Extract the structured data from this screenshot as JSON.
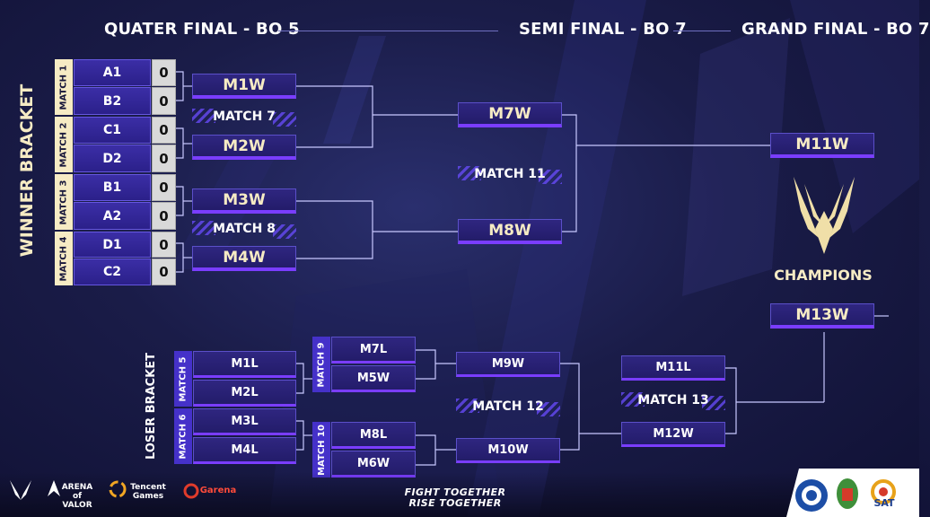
{
  "stages": {
    "quarter": "QUATER FINAL - BO 5",
    "semi": "SEMI FINAL - BO 7",
    "grand": "GRAND FINAL - BO 7"
  },
  "winner_bracket": {
    "title": "WINNER BRACKET",
    "matches": [
      {
        "label": "MATCH 1",
        "teams": [
          {
            "name": "A1",
            "score": "0"
          },
          {
            "name": "B2",
            "score": "0"
          }
        ]
      },
      {
        "label": "MATCH 2",
        "teams": [
          {
            "name": "C1",
            "score": "0"
          },
          {
            "name": "D2",
            "score": "0"
          }
        ]
      },
      {
        "label": "MATCH 3",
        "teams": [
          {
            "name": "B1",
            "score": "0"
          },
          {
            "name": "A2",
            "score": "0"
          }
        ]
      },
      {
        "label": "MATCH 4",
        "teams": [
          {
            "name": "D1",
            "score": "0"
          },
          {
            "name": "C2",
            "score": "0"
          }
        ]
      }
    ],
    "round2": {
      "m1w": "M1W",
      "m2w": "M2W",
      "m3w": "M3W",
      "m4w": "M4W",
      "match7": "MATCH 7",
      "match8": "MATCH 8"
    },
    "semi": {
      "m7w": "M7W",
      "m8w": "M8W",
      "match11": "MATCH 11"
    },
    "final_slot": "M11W"
  },
  "champions": {
    "label": "CHAMPIONS",
    "lower_slot": "M13W"
  },
  "loser_bracket": {
    "title": "LOSER BRACKET",
    "match5": {
      "label": "MATCH 5",
      "a": "M1L",
      "b": "M2L"
    },
    "match6": {
      "label": "MATCH 6",
      "a": "M3L",
      "b": "M4L"
    },
    "match9": {
      "label": "MATCH 9",
      "a": "M7L",
      "b": "M5W"
    },
    "match10": {
      "label": "MATCH 10",
      "a": "M8L",
      "b": "M6W"
    },
    "match12": {
      "label": "MATCH 12",
      "a": "M9W",
      "b": "M10W"
    },
    "match13": {
      "label": "MATCH 13",
      "a": "M11L",
      "b": "M12W"
    }
  },
  "footer": {
    "slogan_line1": "FIGHT TOGETHER",
    "slogan_line2": "RISE TOGETHER",
    "sponsors": {
      "arena": "ARENA of VALOR",
      "tencent": "Tencent Games",
      "garena": "Garena",
      "sat": "SAT"
    }
  },
  "colors": {
    "background": "#1a1c48",
    "team_box": "#3b2ea6",
    "winner_text": "#f6ebc4",
    "accent": "#7a3dff",
    "lines": "#c8c8ff"
  }
}
